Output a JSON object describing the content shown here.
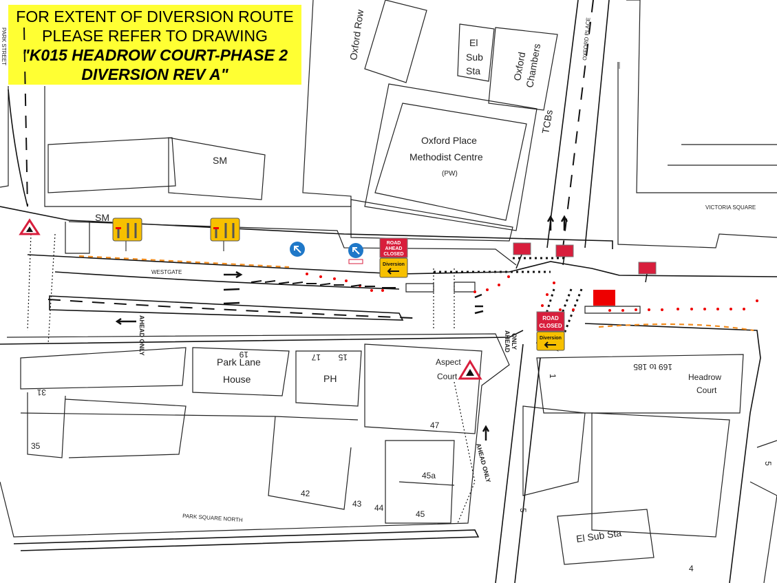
{
  "notice": {
    "lines": [
      "FOR EXTENT OF DIVERSION ROUTE",
      "PLEASE REFER TO DRAWING",
      "\"K015 HEADROW COURT-PHASE 2",
      "DIVERSION REV A\""
    ],
    "background": "#ffff33"
  },
  "streets": {
    "park_street": "PARK STREET",
    "oxford_row": "Oxford Row",
    "oxford_place": "OXFORD PLACE",
    "victoria_square": "VICTORIA SQUARE",
    "westgate": "WESTGATE",
    "park_square_north": "PARK SQUARE NORTH"
  },
  "buildings": {
    "el_sub_sta_top": [
      "El",
      "Sub",
      "Sta"
    ],
    "oxford_chambers": [
      "Oxford",
      "Chambers"
    ],
    "tcbs": "TCBs",
    "methodist": [
      "Oxford Place",
      "Methodist Centre",
      "(PW)"
    ],
    "sm": "SM",
    "park_lane_house": [
      "Park Lane",
      "House"
    ],
    "ph": "PH",
    "aspect_court": [
      "Aspect",
      "Court"
    ],
    "headrow_court": [
      "Headrow",
      "Court"
    ],
    "el_sub_sta_bottom": "El Sub Sta"
  },
  "numbers": {
    "n19": "19",
    "n17": "17",
    "n15": "15",
    "n31": "31",
    "n35": "35",
    "n169": "169 to 185",
    "n1": "1",
    "n47": "47",
    "n45a": "45a",
    "n42": "42",
    "n43": "43",
    "n44": "44",
    "n45": "45",
    "n5a": "5",
    "n5b": "5",
    "n4": "4"
  },
  "markings": {
    "ahead_only": "AHEAD ONLY",
    "ahead": "AHEAD",
    "only": "ONLY"
  },
  "signs": {
    "road_ahead_closed": [
      "ROAD",
      "AHEAD",
      "CLOSED"
    ],
    "road_closed": [
      "ROAD",
      "CLOSED"
    ],
    "diversion": "Diversion",
    "colors": {
      "red": "#d81e3c",
      "amber": "#f7c000",
      "blue": "#1f78c8",
      "cone": "#e00000",
      "orange_line": "#f28c1e"
    }
  }
}
